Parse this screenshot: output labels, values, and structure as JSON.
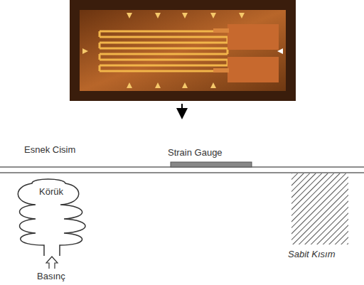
{
  "diagram": {
    "labels": [
      "Esnek Cisim",
      "Strain Gauge",
      "Körük",
      "Basınç",
      "Sabit Kısım"
    ]
  }
}
